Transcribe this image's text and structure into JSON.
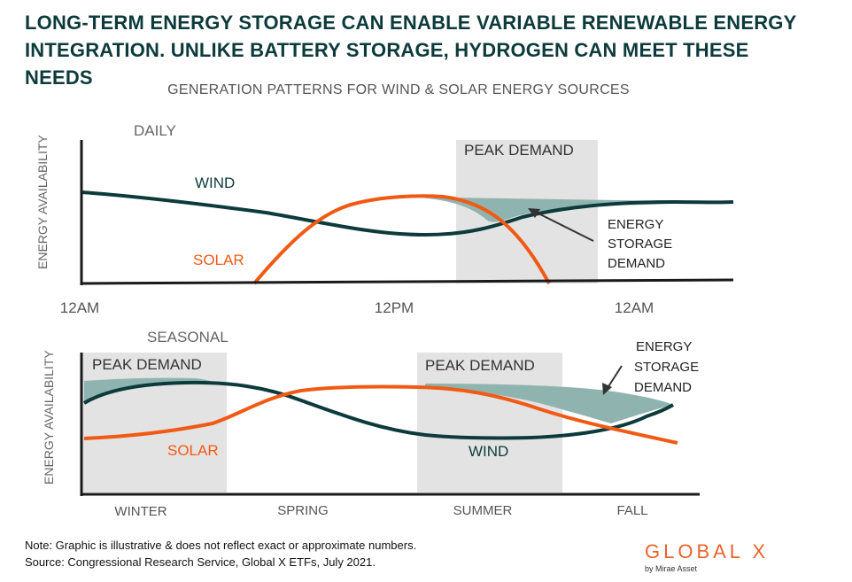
{
  "headline": {
    "line1": "LONG-TERM ENERGY STORAGE CAN ENABLE VARIABLE RENEWABLE ENERGY",
    "line2": "INTEGRATION. UNLIKE BATTERY STORAGE, HYDROGEN CAN MEET THESE NEEDS"
  },
  "subtitle": "GENERATION PATTERNS FOR WIND & SOLAR ENERGY SOURCES",
  "colors": {
    "wind": "#0d3b3b",
    "solar": "#f05a14",
    "storage_fill": "#8fb4b0",
    "peak_band": "#e3e3e3",
    "axis": "#1a1a1a",
    "label_gray": "#555555"
  },
  "chart_data": [
    {
      "type": "line",
      "panel_title": "DAILY",
      "ylabel": "ENERGY AVAILABILITY",
      "xlabel": "",
      "x_tick_labels": [
        "12AM",
        "12PM",
        "12AM"
      ],
      "peak_demand_label": "PEAK DEMAND",
      "storage_label": [
        "ENERGY",
        "STORAGE",
        "DEMAND"
      ],
      "series": [
        {
          "name": "WIND",
          "color": "#0d3b3b"
        },
        {
          "name": "SOLAR",
          "color": "#f05a14"
        }
      ],
      "note": "illustrative shape only; no numeric values shown"
    },
    {
      "type": "line",
      "panel_title": "SEASONAL",
      "ylabel": "ENERGY AVAILABILITY",
      "xlabel": "",
      "x_tick_labels": [
        "WINTER",
        "SPRING",
        "SUMMER",
        "FALL"
      ],
      "peak_demand_labels": [
        "PEAK DEMAND",
        "PEAK DEMAND"
      ],
      "storage_label": [
        "ENERGY",
        "STORAGE",
        "DEMAND"
      ],
      "series": [
        {
          "name": "WIND",
          "color": "#0d3b3b"
        },
        {
          "name": "SOLAR",
          "color": "#f05a14"
        }
      ]
    }
  ],
  "footnote": {
    "line1": "Note: Graphic is illustrative & does not reflect exact or approximate numbers.",
    "line2": "Source: Congressional Research Service, Global X ETFs, July 2021."
  },
  "logo": {
    "main": "GLOBAL X",
    "sub": "by Mirae Asset"
  }
}
